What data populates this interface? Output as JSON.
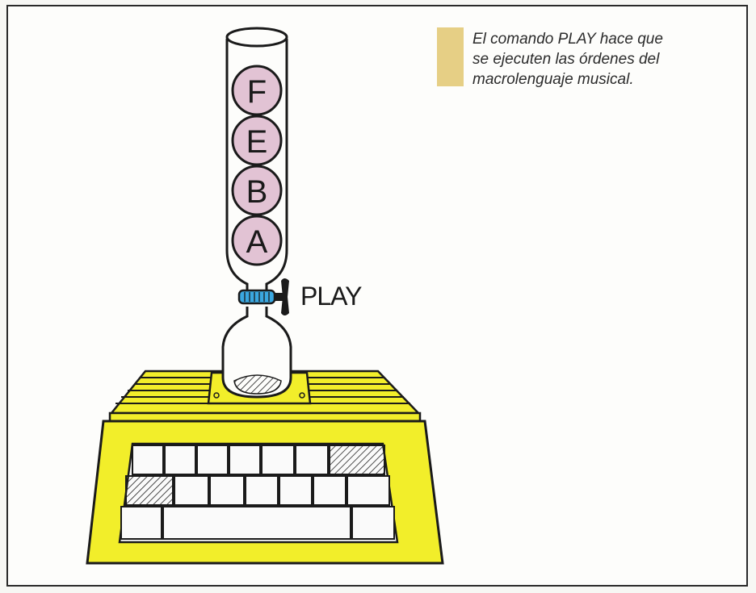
{
  "caption": {
    "lines": [
      "El comando PLAY hace que",
      "se ejecuten las órdenes del",
      "macrolenguaje musical."
    ]
  },
  "tube": {
    "notes": [
      "F",
      "E",
      "B",
      "A"
    ],
    "valve_label": "PLAY"
  },
  "colors": {
    "computer_yellow": "#f2ee2a",
    "note_pink": "#e2c3d4",
    "valve_blue": "#3aa7e0",
    "marker_tan": "#e6cf85"
  }
}
